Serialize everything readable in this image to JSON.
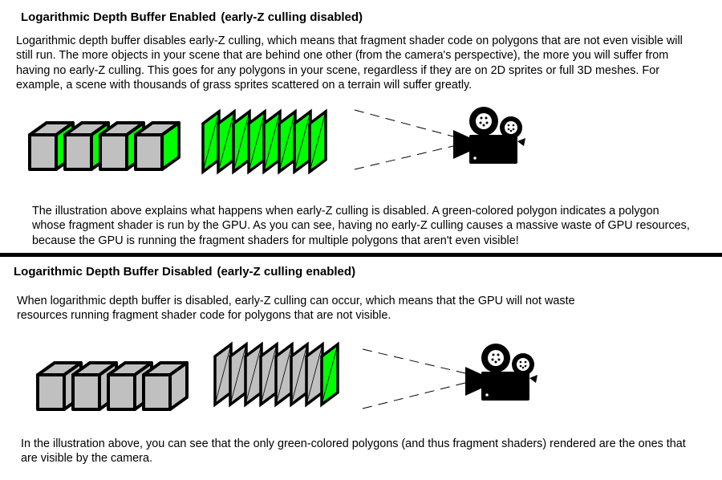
{
  "sections": [
    {
      "title": "Logarithmic Depth Buffer Enabled",
      "subtitle": "(early-Z culling disabled)",
      "intro": "Logarithmic depth buffer disables early-Z culling, which means that fragment shader code on polygons that are not even visible will still run. The more objects in your scene that are behind one other (from the camera's perspective), the more you will suffer from having no early-Z culling. This goes for any polygons in your scene, regardless if they are on 2D sprites or full 3D meshes. For example, a scene with thousands of grass sprites scattered on a terrain will suffer greatly.",
      "illustration": {
        "cube_count": 4,
        "cube_green_sides": [
          true,
          true,
          true,
          true
        ],
        "sprite_count": 8,
        "sprite_green": [
          true,
          true,
          true,
          true,
          true,
          true,
          true,
          true
        ]
      },
      "caption": "The illustration above explains what happens when early-Z culling is disabled. A green-colored polygon indicates a polygon whose fragment shader is run by the GPU. As you can see, having no early-Z culling causes a massive waste of GPU resources, because the GPU is running the fragment shaders for multiple polygons that aren't even visible!"
    },
    {
      "title": "Logarithmic Depth Buffer Disabled",
      "subtitle": "(early-Z culling enabled)",
      "intro": "When logarithmic depth buffer is disabled, early-Z culling can occur, which means that the GPU will not waste resources running fragment shader code for polygons that are not visible.",
      "illustration": {
        "cube_count": 4,
        "cube_green_sides": [
          false,
          false,
          false,
          false
        ],
        "sprite_count": 8,
        "sprite_green": [
          false,
          false,
          false,
          false,
          false,
          false,
          false,
          true
        ]
      },
      "caption": "In the illustration above, you can see that the only green-colored polygons (and thus fragment shaders) rendered are the ones that are visible by the camera."
    }
  ],
  "colors": {
    "shaded": "#00ff00",
    "unshaded": "#c0c0c0",
    "outline": "#000000"
  },
  "icons": {
    "camera": "movie-camera-icon"
  }
}
